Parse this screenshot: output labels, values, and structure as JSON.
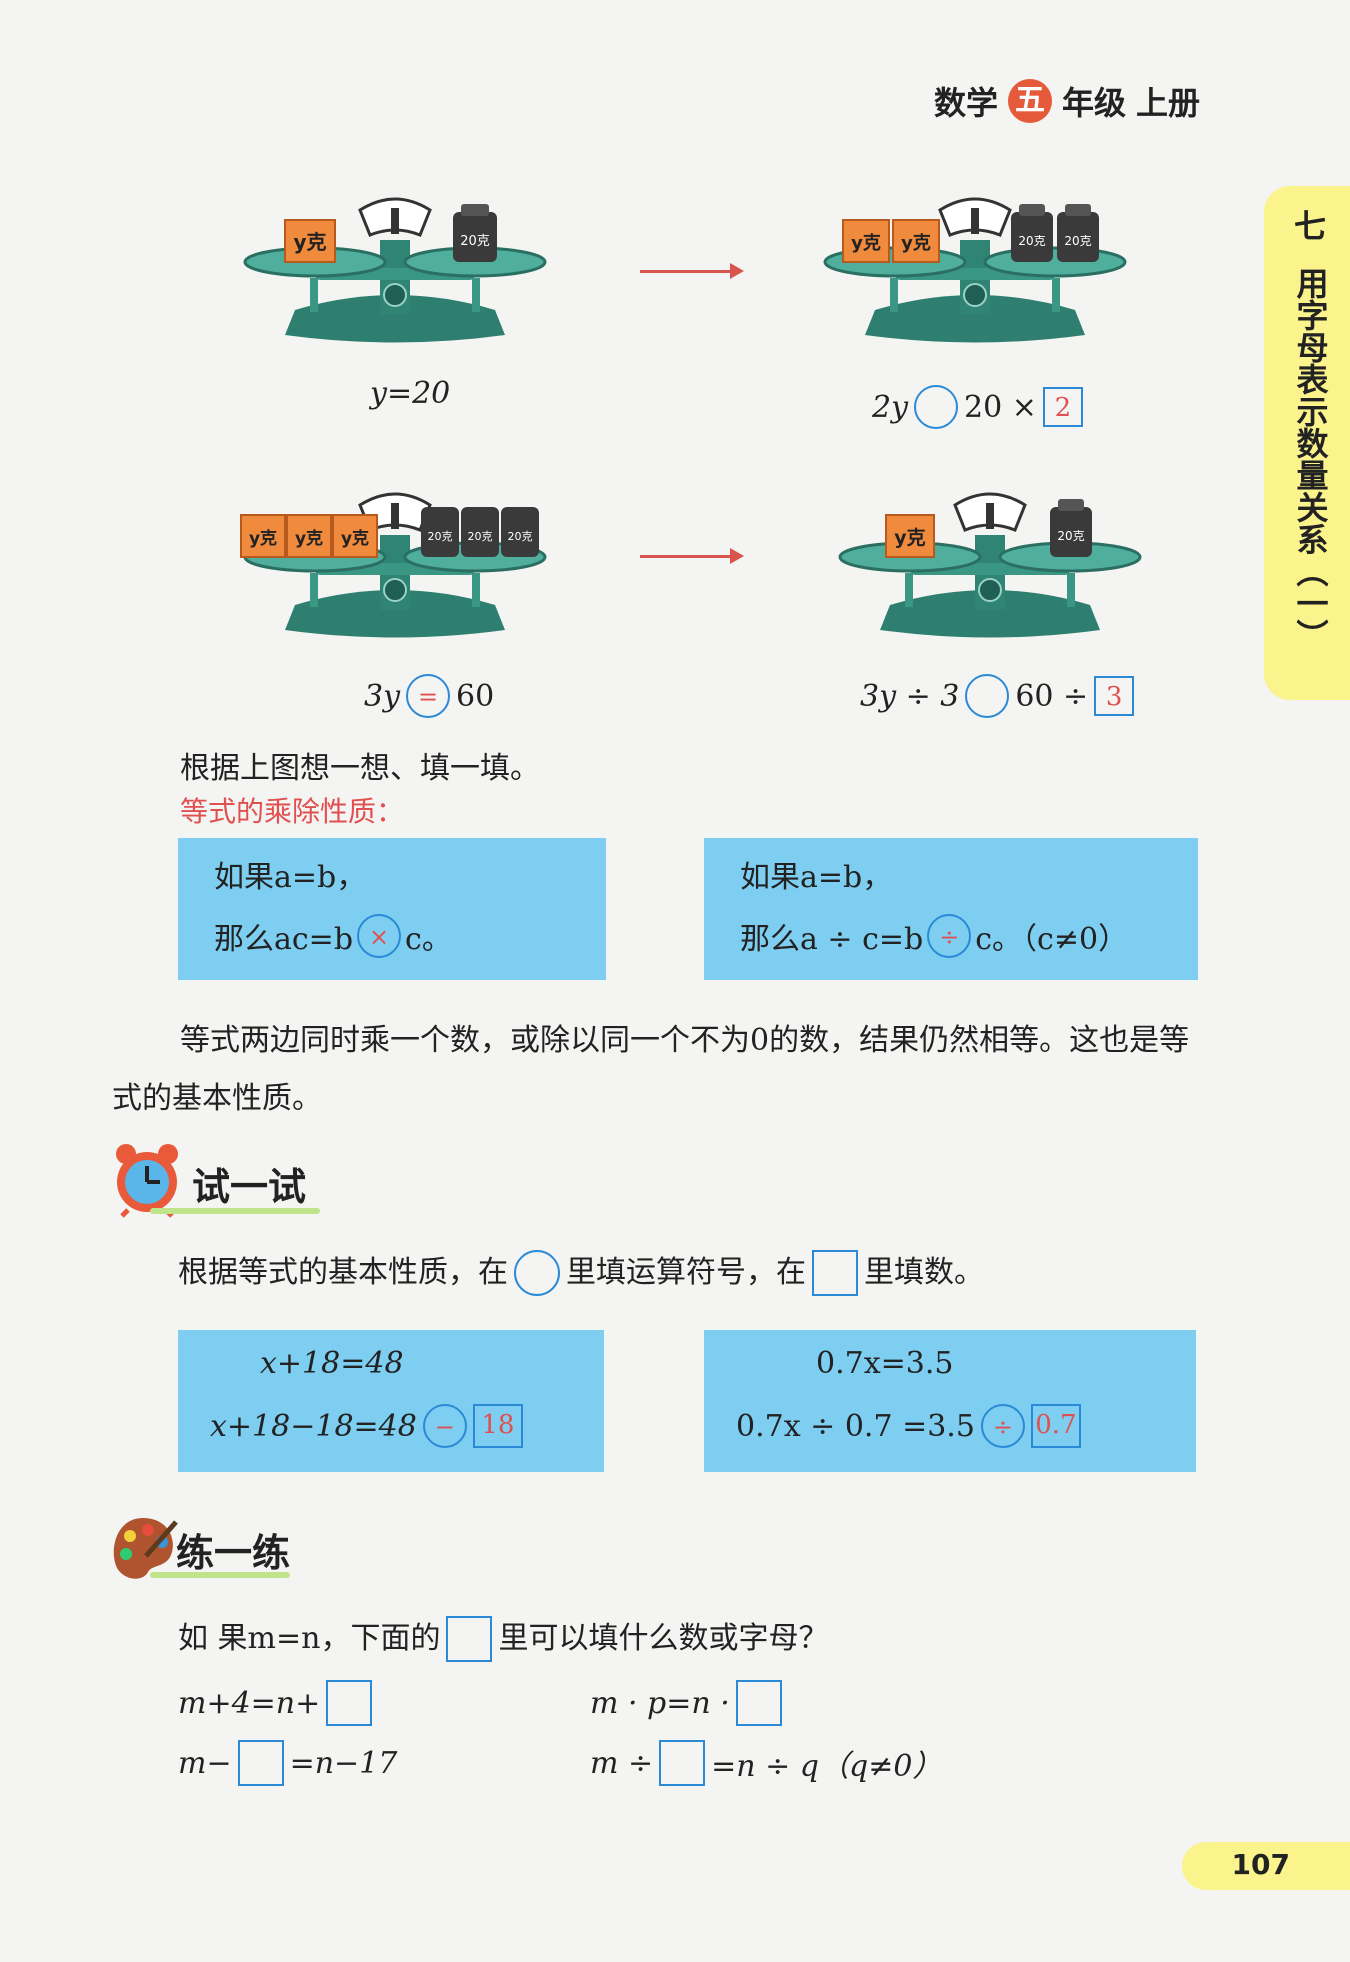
{
  "header": {
    "subject": "数学",
    "grade": "五",
    "grade_suffix": "年级",
    "volume": "上册"
  },
  "side_tab": {
    "chapter": "七",
    "title": "用字母表示数量关系（一）"
  },
  "scales": {
    "block_label": "y克",
    "weight_label": "20克",
    "s1": {
      "caption": "y=20"
    },
    "s2": {
      "lhs": "2y",
      "rhs": "20 ×",
      "answer": "2"
    },
    "s3": {
      "lhs": "3y",
      "op": "=",
      "rhs": "60"
    },
    "s4": {
      "lhs": "3y ÷ 3",
      "rhs": "60 ÷",
      "answer": "3"
    }
  },
  "instruction": "根据上图想一想、填一填。",
  "property_title": "等式的乘除性质：",
  "box_left": {
    "line1": "如果a=b，",
    "line2_pre": "那么ac=b",
    "op": "×",
    "line2_post": "c。"
  },
  "box_right": {
    "line1": "如果a=b，",
    "line2_pre": "那么a ÷ c=b",
    "op": "÷",
    "line2_post": "c。（c≠0）"
  },
  "paragraph": "等式两边同时乘一个数，或除以同一个不为0的数，结果仍然相等。这也是等式的基本性质。",
  "try_section": {
    "title": "试一试",
    "instruction_a": "根据等式的基本性质，在",
    "instruction_b": "里填运算符号，在",
    "instruction_c": "里填数。",
    "left": {
      "eq1": "x+18=48",
      "eq2_pre": "x+18−18=48",
      "op": "−",
      "answer": "18"
    },
    "right": {
      "eq1": "0.7x=3.5",
      "eq2_pre": "0.7x ÷ 0.7 =3.5",
      "op": "÷",
      "answer": "0.7"
    }
  },
  "practice_section": {
    "title": "练一练",
    "question_a": "如 果m=n，下面的",
    "question_b": "里可以填什么数或字母？",
    "items": [
      {
        "pre": "m+4=n+",
        "post": ""
      },
      {
        "pre": "m · p=n ·",
        "post": ""
      },
      {
        "pre": "m−",
        "post": "=n−17"
      },
      {
        "pre": "m ÷",
        "post": "=n ÷ q（q≠0）"
      }
    ]
  },
  "page_number": "107",
  "colors": {
    "box_blue": "#7dcef1",
    "tab_yellow": "#fbf48c",
    "accent_red": "#e05050",
    "outline_blue": "#2a8ad6",
    "scale_green": "#3f9a8c"
  }
}
